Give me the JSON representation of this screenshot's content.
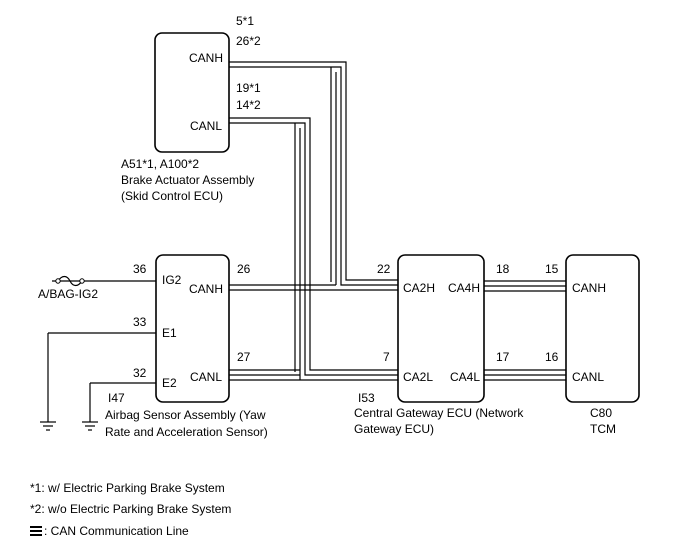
{
  "components": {
    "brake_actuator": {
      "pin_canh": "CANH",
      "pin_canl": "CANL",
      "ref": "A51*1, A100*2",
      "name_line1": "Brake Actuator Assembly",
      "name_line2": "(Skid Control ECU)"
    },
    "airbag_sensor": {
      "pin_ig2": "IG2",
      "pin_canh": "CANH",
      "pin_e1": "E1",
      "pin_e2": "E2",
      "pin_canl": "CANL",
      "ref": "I47",
      "name_line1": "Airbag Sensor Assembly (Yaw",
      "name_line2": "Rate and Acceleration Sensor)"
    },
    "gateway": {
      "pin_ca2h": "CA2H",
      "pin_ca4h": "CA4H",
      "pin_ca2l": "CA2L",
      "pin_ca4l": "CA4L",
      "ref": "I53",
      "name_line1": "Central Gateway ECU (Network",
      "name_line2": "Gateway ECU)"
    },
    "tcm": {
      "pin_canh": "CANH",
      "pin_canl": "CANL",
      "ref": "C80",
      "name": "TCM"
    }
  },
  "pins": {
    "brake_canh_1": "5*1",
    "brake_canh_2": "26*2",
    "brake_canl_1": "19*1",
    "brake_canl_2": "14*2",
    "airbag_ig2": "36",
    "airbag_canh": "26",
    "airbag_e1": "33",
    "airbag_canl": "27",
    "airbag_e2": "32",
    "gw_ca2h": "22",
    "gw_ca4h": "18",
    "gw_ca2l": "7",
    "gw_ca4l": "17",
    "tcm_canh": "15",
    "tcm_canl": "16"
  },
  "fuse_label": "A/BAG-IG2",
  "notes": {
    "note1": "*1: w/ Electric Parking Brake System",
    "note2": "*2: w/o Electric Parking Brake System",
    "legend": ": CAN Communication Line"
  }
}
